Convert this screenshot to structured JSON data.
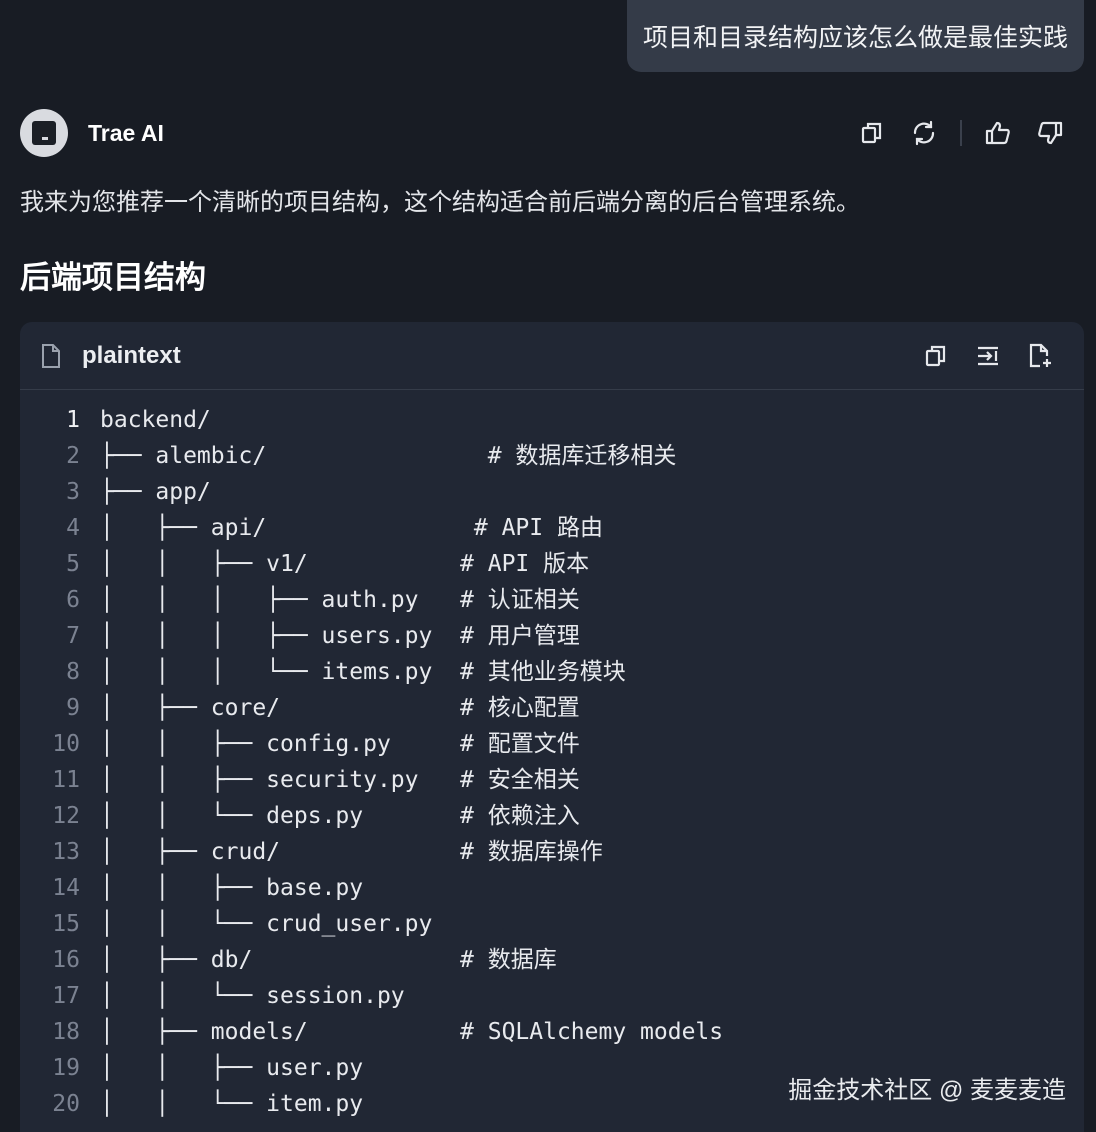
{
  "user_message": "项目和目录结构应该怎么做是最佳实践",
  "assistant": {
    "name": "Trae AI",
    "actions": {
      "copy": "copy-icon",
      "regenerate": "refresh-icon",
      "like": "thumbs-up-icon",
      "dislike": "thumbs-down-icon"
    },
    "intro": "我来为您推荐一个清晰的项目结构，这个结构适合前后端分离的后台管理系统。",
    "section_title": "后端项目结构"
  },
  "code_block": {
    "language": "plaintext",
    "tools": {
      "copy": "copy-icon",
      "insert": "insert-icon",
      "new_file": "new-file-icon"
    },
    "lines": [
      {
        "n": "1",
        "text": "backend/"
      },
      {
        "n": "2",
        "text": "├── alembic/                # 数据库迁移相关"
      },
      {
        "n": "3",
        "text": "├── app/"
      },
      {
        "n": "4",
        "text": "│   ├── api/               # API 路由"
      },
      {
        "n": "5",
        "text": "│   │   ├── v1/           # API 版本"
      },
      {
        "n": "6",
        "text": "│   │   │   ├── auth.py   # 认证相关"
      },
      {
        "n": "7",
        "text": "│   │   │   ├── users.py  # 用户管理"
      },
      {
        "n": "8",
        "text": "│   │   │   └── items.py  # 其他业务模块"
      },
      {
        "n": "9",
        "text": "│   ├── core/             # 核心配置"
      },
      {
        "n": "10",
        "text": "│   │   ├── config.py     # 配置文件"
      },
      {
        "n": "11",
        "text": "│   │   ├── security.py   # 安全相关"
      },
      {
        "n": "12",
        "text": "│   │   └── deps.py       # 依赖注入"
      },
      {
        "n": "13",
        "text": "│   ├── crud/             # 数据库操作"
      },
      {
        "n": "14",
        "text": "│   │   ├── base.py"
      },
      {
        "n": "15",
        "text": "│   │   └── crud_user.py"
      },
      {
        "n": "16",
        "text": "│   ├── db/               # 数据库"
      },
      {
        "n": "17",
        "text": "│   │   └── session.py"
      },
      {
        "n": "18",
        "text": "│   ├── models/           # SQLAlchemy models"
      },
      {
        "n": "19",
        "text": "│   │   ├── user.py"
      },
      {
        "n": "20",
        "text": "│   │   └── item.py"
      }
    ]
  },
  "watermark": "掘金技术社区 @ 麦麦麦造"
}
